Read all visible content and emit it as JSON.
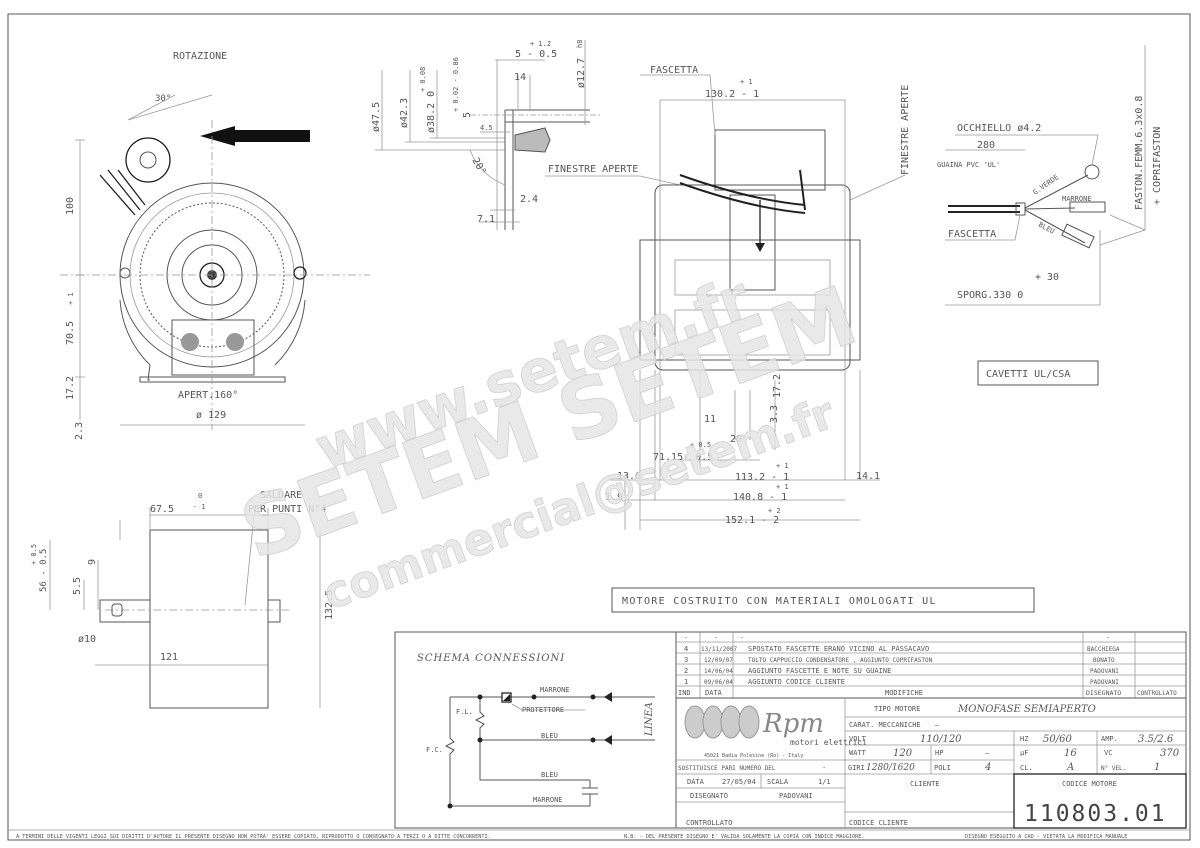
{
  "drawing": {
    "front_view": {
      "rotation_label": "ROTAZIONE",
      "angle": "30°",
      "dim_100": "100",
      "dim_70_5": "70.5",
      "dim_70_5_tol": "+ 1",
      "dim_17_2": "17.2",
      "dim_2_3": "2.3",
      "aperture": "APERT.160°",
      "diameter": "ø 129"
    },
    "side_view": {
      "weld_line1": "SALDARE",
      "weld_line2": "PER PUNTI N°4",
      "dim_67_5": "67.5",
      "dim_67_5_tol_up": "0",
      "dim_67_5_tol_dn": "- 1",
      "dim_56": "56 - 0.5",
      "dim_56_tol": "+ 0.5",
      "dim_9": "9",
      "dim_5_5": "5.5",
      "dim_d10": "ø10",
      "dim_121": "121",
      "dim_132_5": "132.5"
    },
    "shaft_detail": {
      "tol_1_2": "+ 1.2",
      "dim_5": "5 - 0.5",
      "dim_d12_7": "ø12.7",
      "fit_h8": "h8",
      "dim_d47_5": "ø47.5",
      "dim_d42_3": "ø42.3",
      "dim_d38_2": "ø38.2  0",
      "dim_d38_2_tol": "+ 0.08",
      "dim_5b": "5",
      "dim_5b_tol": "+ 0.02  - 0.06",
      "dim_14": "14",
      "dim_4_5": "4.5",
      "angle_20": "20°",
      "dim_7_1": "7.1",
      "dim_2_4": "2.4",
      "windows": "FINESTRE APERTE"
    },
    "top_view": {
      "fascetta": "FASCETTA",
      "dim_130_2": "130.2 - 1",
      "dim_130_2_tol": "+ 1",
      "windows": "FINESTRE APERTE",
      "dim_17_2": "17.2",
      "dim_3_3": "3.3",
      "dim_11": "11",
      "dim_20": "20",
      "dim_71_15_tol": "+ 0.5",
      "dim_71_15": "71.15- 0.5",
      "dim_13_6": "13.6",
      "dim_113_2": "113.2 - 1",
      "dim_113_2_tol": "+ 1",
      "dim_14_1": "14.1",
      "dim_1_9": "1.9",
      "dim_140_8": "140.8 - 1",
      "dim_140_8_tol": "+ 1",
      "dim_152_1": "152.1 - 2",
      "dim_152_1_tol": "+ 2"
    },
    "cable_detail": {
      "occhiello": "OCCHIELLO ø4.2",
      "dim_280": "280",
      "sheath": "GUAINA PVC 'UL'",
      "green": "G.VERDE",
      "brown": "MARRONE",
      "fascetta": "FASCETTA",
      "blue": "BLEU",
      "faston": "FASTON.FEMM.6.3x0.8",
      "coprifaston": "+ COPRIFASTON",
      "tol_30": "+ 30",
      "sporg": "SPORG.330  0"
    },
    "cables_note": "CAVETTI UL/CSA",
    "materials_note": "MOTORE COSTRUITO CON MATERIALI OMOLOGATI UL"
  },
  "watermark": {
    "line1": "www.setem.fr",
    "line2": "SETEM SETEM",
    "line3": "commercial@setem.fr"
  },
  "schema": {
    "title": "SCHEMA CONNESSIONI",
    "marrone": "MARRONE",
    "protettore": "PROTETTORE",
    "bleu": "BLEU",
    "bleu2": "BLEU",
    "marrone2": "MARRONE",
    "fl": "F.L.",
    "fc": "F.C.",
    "linea": "LINEA"
  },
  "revisions": {
    "header": {
      "ind": "IND",
      "data": "DATA",
      "modifiche": "MODIFICHE",
      "disegnato": "DISEGNATO",
      "controllato": "CONTROLLATO"
    },
    "blank": "-",
    "rows": [
      {
        "ind": "4",
        "data": "13/11/2007",
        "text": "SPOSTATO FASCETTE ERANO VICINO AL PASSACAVO",
        "by": "BACCHIEGA"
      },
      {
        "ind": "3",
        "data": "12/09/07",
        "text": "TOLTO CAPPUCCIO CONDENSATORE , AGGIUNTO COPRIFASTON",
        "by": "BONATO"
      },
      {
        "ind": "2",
        "data": "14/06/04",
        "text": "AGGIUNTO FASCETTE E NOTE SU GUAINE",
        "by": "PADOVANI"
      },
      {
        "ind": "1",
        "data": "09/06/04",
        "text": "AGGIUNTO CODICE CLIENTE",
        "by": "PADOVANI"
      }
    ]
  },
  "title_block": {
    "logo_text": "Rpm",
    "company": "motori elettrici",
    "address": "45021 Badia Polesine (Ro) - Italy",
    "tipo_label": "TIPO MOTORE",
    "tipo_value": "MONOFASE SEMIAPERTO",
    "carat_label": "CARAT. MECCANICHE",
    "carat_value": "—",
    "volt_label": "VOLT",
    "volt_value": "110/120",
    "hz_label": "HZ",
    "hz_value": "50/60",
    "amp_label": "AMP.",
    "amp_value": "3.5/2.6",
    "watt_label": "WATT",
    "watt_value": "120",
    "hp_label": "HP",
    "hp_value": "—",
    "uf_label": "µF",
    "uf_value": "16",
    "vc_label": "VC",
    "vc_value": "370",
    "giri_label": "GIRI",
    "giri_value": "1280/1620",
    "poli_label": "POLI",
    "poli_value": "4",
    "cl_label": "CL.",
    "cl_value": "A",
    "vel_label": "N° VEL.",
    "vel_value": "1",
    "sostituisce_label": "SOSTITUISCE PARI NUMERO DEL",
    "sostituisce_value": "-",
    "data_label": "DATA",
    "data_value": "27/05/04",
    "scala_label": "SCALA",
    "scala_value": "1/1",
    "disegnato_label": "DISEGNATO",
    "disegnato_value": "PADOVANI",
    "controllato_label": "CONTROLLATO",
    "cliente_label": "CLIENTE",
    "codice_cliente_label": "CODICE CLIENTE",
    "codice_motore_label": "CODICE MOTORE",
    "codice_motore_value": "110803.01"
  },
  "footer": {
    "copyright": "A TERMINI DELLE VIGENTI LEGGI SUI DIRITTI D'AUTORE IL PRESENTE DISEGNO NON POTRA' ESSERE COPIATO, RIPRODOTTO O CONSEGNATO A TERZI O A DITTE CONCORRENTI.",
    "validity": "N.B. - DEL PRESENTE DISEGNO E' VALIDA SOLAMENTE LA COPIA CON INDICE MAGGIORE.",
    "cad": "DISEGNO ESEGUITO A CAD - VIETATA LA MODIFICA MANUALE"
  }
}
